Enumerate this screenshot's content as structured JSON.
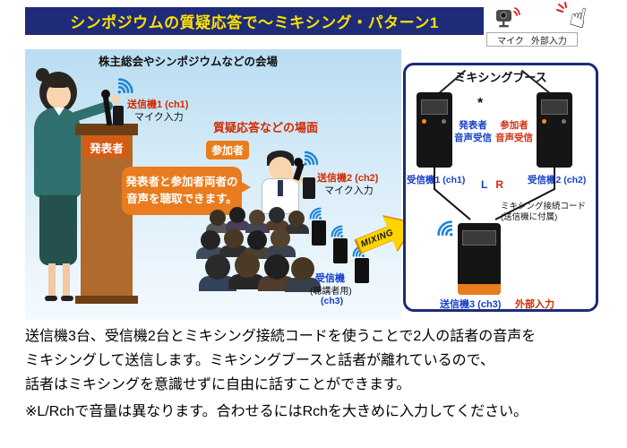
{
  "header": {
    "title": "シンポジウムの質疑応答で〜ミキシング・パターン1"
  },
  "legend": {
    "mic": "マイク",
    "external": "外部入力"
  },
  "scene": {
    "venue_caption": "株主総会やシンポジウムなどの会場",
    "presenter_badge": "発表者",
    "tx1": {
      "name": "送信機1 (ch1)",
      "input": "マイク入力"
    },
    "qa_caption": "質疑応答などの場面",
    "participant_badge": "参加者",
    "tx2": {
      "name": "送信機2 (ch2)",
      "input": "マイク入力"
    },
    "bubble_line1": "発表者と参加者両者の",
    "bubble_line2": "音声を聴取できます。",
    "audience_rx": {
      "name": "受信機",
      "sub": "(聴講者用)",
      "ch": "(ch3)"
    },
    "mixing_label": "MIXING"
  },
  "booth": {
    "title": "ミキシングブース",
    "asterisk": "*",
    "rx1": {
      "role_line1": "発表者",
      "role_line2": "音声受信",
      "name": "受信機1 (ch1)"
    },
    "rx2": {
      "role_line1": "参加者",
      "role_line2": "音声受信",
      "name": "受信機2 (ch2)"
    },
    "channel_l": "L",
    "channel_r": "R",
    "cord_line1": "ミキシング接続コード",
    "cord_line2": "(送信機に付属)",
    "tx3": {
      "name": "送信機3 (ch3)",
      "input": "外部入力"
    }
  },
  "description": {
    "line1": "送信機3台、受信機2台とミキシング接続コードを使うことで2人の話者の音声を",
    "line2": "ミキシングして送信します。ミキシングブースと話者が離れているので、",
    "line3": "話者はミキシングを意識せずに自由に話すことができます。",
    "line4": "※L/Rchで音量は異なります。合わせるにはRchを大きめに入力してください。"
  },
  "colors": {
    "header_bg": "#1d2b78",
    "header_text": "#ffe100",
    "accent_orange": "#e87c1e",
    "label_red": "#d32a00",
    "label_blue": "#1640c8",
    "mixing_yellow": "#ffd400",
    "booth_border": "#1d2b78"
  }
}
